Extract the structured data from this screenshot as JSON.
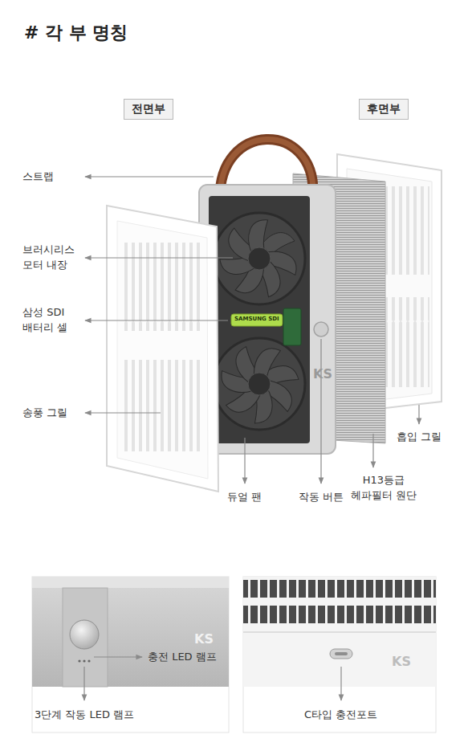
{
  "diagram": {
    "title": "# 각 부 명칭",
    "nodes": [
      {
        "text": [
          "전면부"
        ]
      },
      {
        "text": [
          "후면부"
        ]
      }
    ],
    "labels": [
      "스트랩",
      "브러시리스 모터 내장",
      "삼성 SDI 배터리 셀",
      "송풍 그릴",
      "SAMSUNG SDI",
      "KS",
      "듀얼 팬",
      "작동 버튼",
      "H13등급 헤파필터 원단",
      "흡입 그릴",
      "충전 LED 램프",
      "3단계 작동 LED 램프",
      "KS",
      "C타입 충전포트",
      "KS"
    ]
  }
}
